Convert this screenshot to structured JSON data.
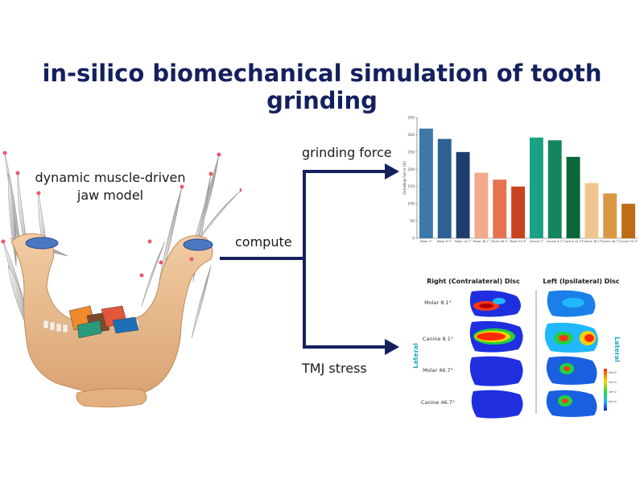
{
  "title": "in-silico biomechanical simulation of tooth grinding",
  "labels": {
    "model": "dynamic muscle-driven jaw model",
    "compute": "compute",
    "grinding_force": "grinding force",
    "tmj_stress": "TMJ stress"
  },
  "colors": {
    "title": "#14205e",
    "arrow": "#14205e",
    "bone": "#e8b98a"
  },
  "chart_data": {
    "type": "bar",
    "title": "",
    "xlabel": "",
    "ylabel": "Grinding Force [N]",
    "ylim": [
      0,
      350
    ],
    "yticks": [
      0,
      50,
      100,
      150,
      200,
      250,
      300,
      350
    ],
    "categories": [
      "Molar 2°",
      "Molar 8.1°",
      "Molar 14.2°",
      "Molar 38.1°",
      "Molar 46.7°",
      "Molar 55.3°",
      "Canine 2°",
      "Canine 8.1°",
      "Canine 14.2°",
      "Canine 38.1°",
      "Canine 46.7°",
      "Canine 55.3°"
    ],
    "values": [
      318,
      288,
      250,
      190,
      170,
      150,
      292,
      284,
      236,
      160,
      130,
      100
    ],
    "colors": [
      "#3d78a8",
      "#2f5f93",
      "#1d3d6e",
      "#f4a98c",
      "#e6734f",
      "#c8431e",
      "#1aa185",
      "#13855f",
      "#0b6639",
      "#f1c68e",
      "#dc9744",
      "#bd6d15"
    ],
    "grid": false
  },
  "stress_panel": {
    "left_header": "Right (Contralateral) Disc",
    "right_header": "Left (Ipsilateral) Disc",
    "axis_label": "Lateral",
    "rows": [
      "Molar 8.1°",
      "Canine 8.1°",
      "Molar 46.7°",
      "Canine 46.7°"
    ],
    "legend_ticks": [
      "3e+0",
      "2e+0",
      "1e+0",
      "0e+0",
      "",
      ""
    ]
  }
}
